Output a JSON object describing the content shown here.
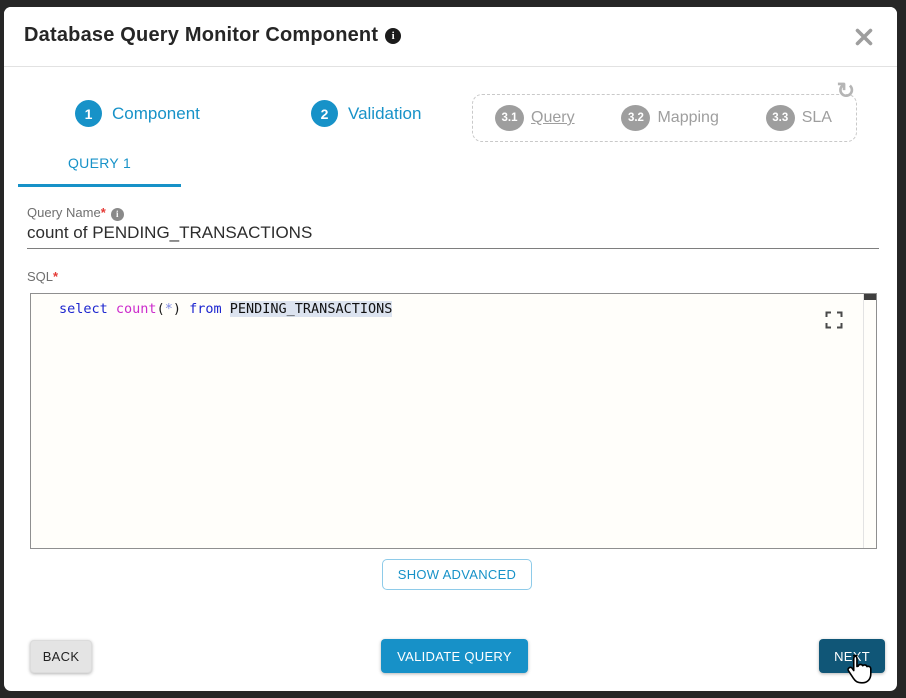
{
  "header": {
    "title": "Database Query Monitor Component",
    "info_icon": "i",
    "close_icon": "x"
  },
  "stepper": {
    "steps": [
      {
        "number": "1",
        "label": "Component"
      },
      {
        "number": "2",
        "label": "Validation"
      }
    ],
    "substeps": [
      {
        "number": "3.1",
        "label": "Query"
      },
      {
        "number": "3.2",
        "label": "Mapping"
      },
      {
        "number": "3.3",
        "label": "SLA"
      }
    ],
    "refresh_icon": "↻"
  },
  "tabs": [
    {
      "label": "QUERY 1",
      "active": true
    }
  ],
  "form": {
    "query_name": {
      "label": "Query Name",
      "required_marker": "*",
      "info_icon": "i",
      "value": "count of PENDING_TRANSACTIONS"
    },
    "sql": {
      "label": "SQL",
      "required_marker": "*"
    }
  },
  "sql_editor": {
    "code_plain": "select count(*) from PENDING_TRANSACTIONS",
    "tokens": [
      {
        "text": "select",
        "type": "keyword"
      },
      {
        "text": " ",
        "type": "plain"
      },
      {
        "text": "count",
        "type": "function"
      },
      {
        "text": "(",
        "type": "plain"
      },
      {
        "text": "*",
        "type": "operator"
      },
      {
        "text": ")",
        "type": "plain"
      },
      {
        "text": " ",
        "type": "plain"
      },
      {
        "text": "from",
        "type": "keyword"
      },
      {
        "text": " ",
        "type": "plain"
      },
      {
        "text": "PENDING_TRANSACTIONS",
        "type": "highlighted"
      }
    ]
  },
  "buttons": {
    "show_advanced": "SHOW ADVANCED",
    "back": "BACK",
    "validate_query": "VALIDATE QUERY",
    "next": "NEXT"
  },
  "colors": {
    "accent_blue": "#1792c8",
    "next_dark_blue": "#105677",
    "inactive_gray": "#9e9e9e",
    "required_red": "#e53935",
    "keyword_blue": "#1c25cf",
    "function_magenta": "#cc2bcc",
    "operator_periwinkle": "#7b87e3",
    "token_highlight_bg": "#dce3ef"
  }
}
